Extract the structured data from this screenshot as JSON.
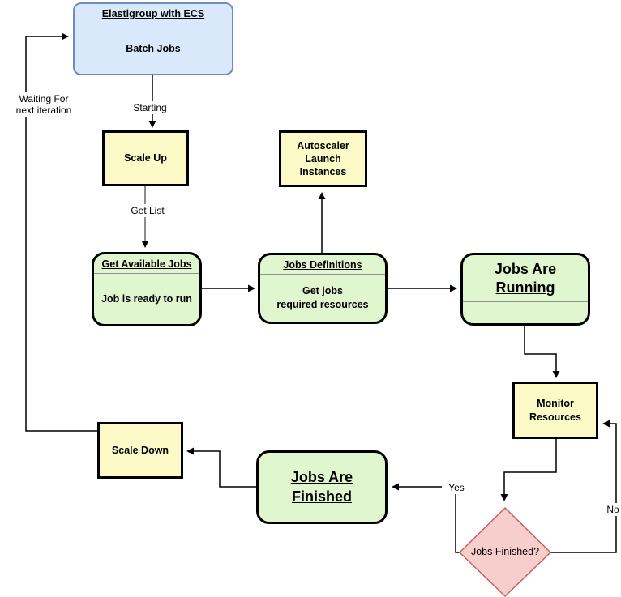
{
  "colors": {
    "blue_fill": "#dae8fc",
    "blue_border": "#6c8ebf",
    "yellow_fill": "#fcfac7",
    "green_fill": "#e0f6ce",
    "pink_fill": "#f8cecc",
    "pink_border": "#c26360",
    "node_border": "#000000",
    "divider": "#909090",
    "edge": "#000000",
    "edge_gray": "#8c8c8c"
  },
  "nodes": {
    "elastigroup": {
      "title": "Elastigroup with ECS",
      "body": "Batch Jobs"
    },
    "scale_up": {
      "label": "Scale Up"
    },
    "autoscaler": {
      "lines": [
        "Autoscaler",
        "Launch",
        "Instances"
      ]
    },
    "get_available_jobs": {
      "title": "Get Available Jobs",
      "body": "Job is ready to run"
    },
    "jobs_definitions": {
      "title": "Jobs Definitions",
      "body_lines": [
        "Get jobs",
        "required resources"
      ]
    },
    "jobs_are_running": {
      "title_lines": [
        "Jobs Are",
        "Running"
      ]
    },
    "monitor_resources": {
      "lines": [
        "Monitor",
        "Resources"
      ]
    },
    "jobs_finished": {
      "label": "Jobs Finished?"
    },
    "jobs_are_finished": {
      "title_lines": [
        "Jobs Are",
        "Finished"
      ]
    },
    "scale_down": {
      "label": "Scale Down"
    }
  },
  "edge_labels": {
    "starting": "Starting",
    "get_list": "Get List",
    "waiting_line1": "Waiting For",
    "waiting_line2": "next iteration",
    "yes": "Yes",
    "no": "No"
  }
}
